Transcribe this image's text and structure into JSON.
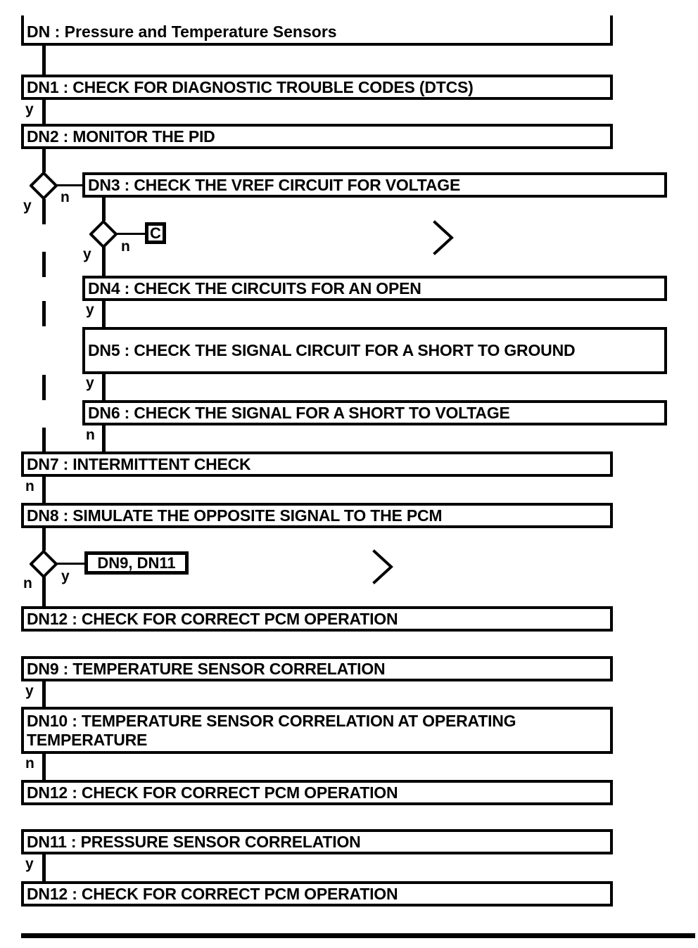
{
  "document": {
    "title": "DN : Pressure and Temperature Sensors",
    "type": "diagnostic-flowchart"
  },
  "header": {
    "label": "DN : Pressure and Temperature Sensors"
  },
  "steps": {
    "dn1": "DN1 : CHECK FOR DIAGNOSTIC TROUBLE CODES (DTCS)",
    "dn2": "DN2 : MONITOR THE PID",
    "dn3": "DN3 : CHECK THE VREF CIRCUIT FOR VOLTAGE",
    "dn4": "DN4 : CHECK THE CIRCUITS FOR AN OPEN",
    "dn5": "DN5 : CHECK THE SIGNAL CIRCUIT FOR A SHORT TO GROUND",
    "dn6": "DN6 : CHECK THE SIGNAL FOR A SHORT TO VOLTAGE",
    "dn7": "DN7 : INTERMITTENT CHECK",
    "dn8": "DN8 : SIMULATE THE OPPOSITE SIGNAL TO THE PCM",
    "dn12a": "DN12 : CHECK FOR CORRECT PCM OPERATION",
    "dn9": "DN9 : TEMPERATURE SENSOR CORRELATION",
    "dn10": "DN10 : TEMPERATURE SENSOR CORRELATION AT OPERATING TEMPERATURE",
    "dn12b": "DN12 : CHECK FOR CORRECT PCM OPERATION",
    "dn11": "DN11 : PRESSURE SENSOR CORRELATION",
    "dn12c": "DN12 : CHECK FOR CORRECT PCM OPERATION"
  },
  "refs": {
    "c": "C",
    "dn9_dn11": "DN9, DN11"
  },
  "branches": {
    "dn1_yes": "y",
    "d1_yes": "y",
    "d1_no": "n",
    "d2_yes": "y",
    "d2_no": "n",
    "dn4_yes": "y",
    "dn5_yes": "y",
    "dn6_no": "n",
    "dn7_no": "n",
    "d3_no": "n",
    "d3_yes": "y",
    "dn9_yes": "y",
    "dn10_no": "n",
    "dn11_yes": "y"
  },
  "icons": {
    "decision_1": "decision-diamond-icon",
    "decision_2": "decision-diamond-icon",
    "decision_3": "decision-diamond-icon",
    "offpage_1": "chevron-right-icon",
    "offpage_2": "chevron-right-icon"
  },
  "colors": {
    "ink": "#000000",
    "paper": "#ffffff"
  },
  "chart_data": {
    "type": "diagram",
    "title": "DN : Pressure and Temperature Sensors",
    "nodes": [
      {
        "id": "DN",
        "label": "DN : Pressure and Temperature Sensors",
        "shape": "header"
      },
      {
        "id": "DN1",
        "label": "DN1 : CHECK FOR DIAGNOSTIC TROUBLE CODES (DTCS)",
        "shape": "process"
      },
      {
        "id": "DN2",
        "label": "DN2 : MONITOR THE PID",
        "shape": "process"
      },
      {
        "id": "D1",
        "label": "",
        "shape": "decision"
      },
      {
        "id": "DN3",
        "label": "DN3 : CHECK THE VREF CIRCUIT FOR VOLTAGE",
        "shape": "process"
      },
      {
        "id": "D2",
        "label": "",
        "shape": "decision"
      },
      {
        "id": "C",
        "label": "C",
        "shape": "connector"
      },
      {
        "id": "DN4",
        "label": "DN4 : CHECK THE CIRCUITS FOR AN OPEN",
        "shape": "process"
      },
      {
        "id": "DN5",
        "label": "DN5 : CHECK THE SIGNAL CIRCUIT FOR A SHORT TO GROUND",
        "shape": "process"
      },
      {
        "id": "DN6",
        "label": "DN6 : CHECK THE SIGNAL FOR A SHORT TO VOLTAGE",
        "shape": "process"
      },
      {
        "id": "DN7",
        "label": "DN7 : INTERMITTENT CHECK",
        "shape": "process"
      },
      {
        "id": "DN8",
        "label": "DN8 : SIMULATE THE OPPOSITE SIGNAL TO THE PCM",
        "shape": "process"
      },
      {
        "id": "D3",
        "label": "",
        "shape": "decision"
      },
      {
        "id": "REF1",
        "label": "DN9, DN11",
        "shape": "connector"
      },
      {
        "id": "DN12a",
        "label": "DN12 : CHECK FOR CORRECT PCM OPERATION",
        "shape": "process"
      },
      {
        "id": "DN9",
        "label": "DN9 : TEMPERATURE SENSOR CORRELATION",
        "shape": "process"
      },
      {
        "id": "DN10",
        "label": "DN10 : TEMPERATURE SENSOR CORRELATION AT OPERATING TEMPERATURE",
        "shape": "process"
      },
      {
        "id": "DN12b",
        "label": "DN12 : CHECK FOR CORRECT PCM OPERATION",
        "shape": "process"
      },
      {
        "id": "DN11",
        "label": "DN11 : PRESSURE SENSOR CORRELATION",
        "shape": "process"
      },
      {
        "id": "DN12c",
        "label": "DN12 : CHECK FOR CORRECT PCM OPERATION",
        "shape": "process"
      }
    ],
    "edges": [
      {
        "from": "DN",
        "to": "DN1",
        "label": ""
      },
      {
        "from": "DN1",
        "to": "DN2",
        "label": "y"
      },
      {
        "from": "DN2",
        "to": "D1",
        "label": ""
      },
      {
        "from": "D1",
        "to": "DN3",
        "label": "n"
      },
      {
        "from": "D1",
        "to": "DN7",
        "label": "y"
      },
      {
        "from": "DN3",
        "to": "D2",
        "label": ""
      },
      {
        "from": "D2",
        "to": "C",
        "label": "n"
      },
      {
        "from": "D2",
        "to": "DN4",
        "label": "y"
      },
      {
        "from": "DN4",
        "to": "DN5",
        "label": "y"
      },
      {
        "from": "DN5",
        "to": "DN6",
        "label": "y"
      },
      {
        "from": "DN6",
        "to": "DN7",
        "label": "n"
      },
      {
        "from": "DN7",
        "to": "DN8",
        "label": "n"
      },
      {
        "from": "DN8",
        "to": "D3",
        "label": ""
      },
      {
        "from": "D3",
        "to": "REF1",
        "label": "y"
      },
      {
        "from": "D3",
        "to": "DN12a",
        "label": "n"
      },
      {
        "from": "DN9",
        "to": "DN10",
        "label": "y"
      },
      {
        "from": "DN10",
        "to": "DN12b",
        "label": "n"
      },
      {
        "from": "DN11",
        "to": "DN12c",
        "label": "y"
      }
    ]
  }
}
